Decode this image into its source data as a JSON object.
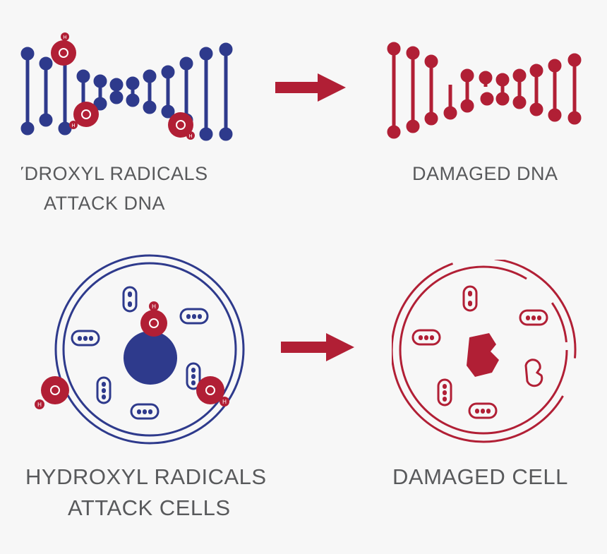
{
  "colors": {
    "healthy": "#2e3a8c",
    "damaged": "#b11f35",
    "background": "#f7f7f7",
    "text": "#58595b"
  },
  "panels": {
    "dna_attack": {
      "caption_line1": "YDROXYL RADICALS",
      "caption_line2": "ATTACK DNA"
    },
    "dna_damaged": {
      "caption": "DAMAGED DNA"
    },
    "cell_attack": {
      "caption_line1": "HYDROXYL RADICALS",
      "caption_line2": "ATTACK CELLS"
    },
    "cell_damaged": {
      "caption": "DAMAGED CELL"
    }
  },
  "radical_labels": {
    "oxygen": "O",
    "hydrogen": "H"
  },
  "icons": [
    "dna-helix-icon",
    "hydroxyl-radical-icon",
    "arrow-right-icon",
    "damaged-dna-icon",
    "cell-icon",
    "damaged-cell-icon"
  ]
}
